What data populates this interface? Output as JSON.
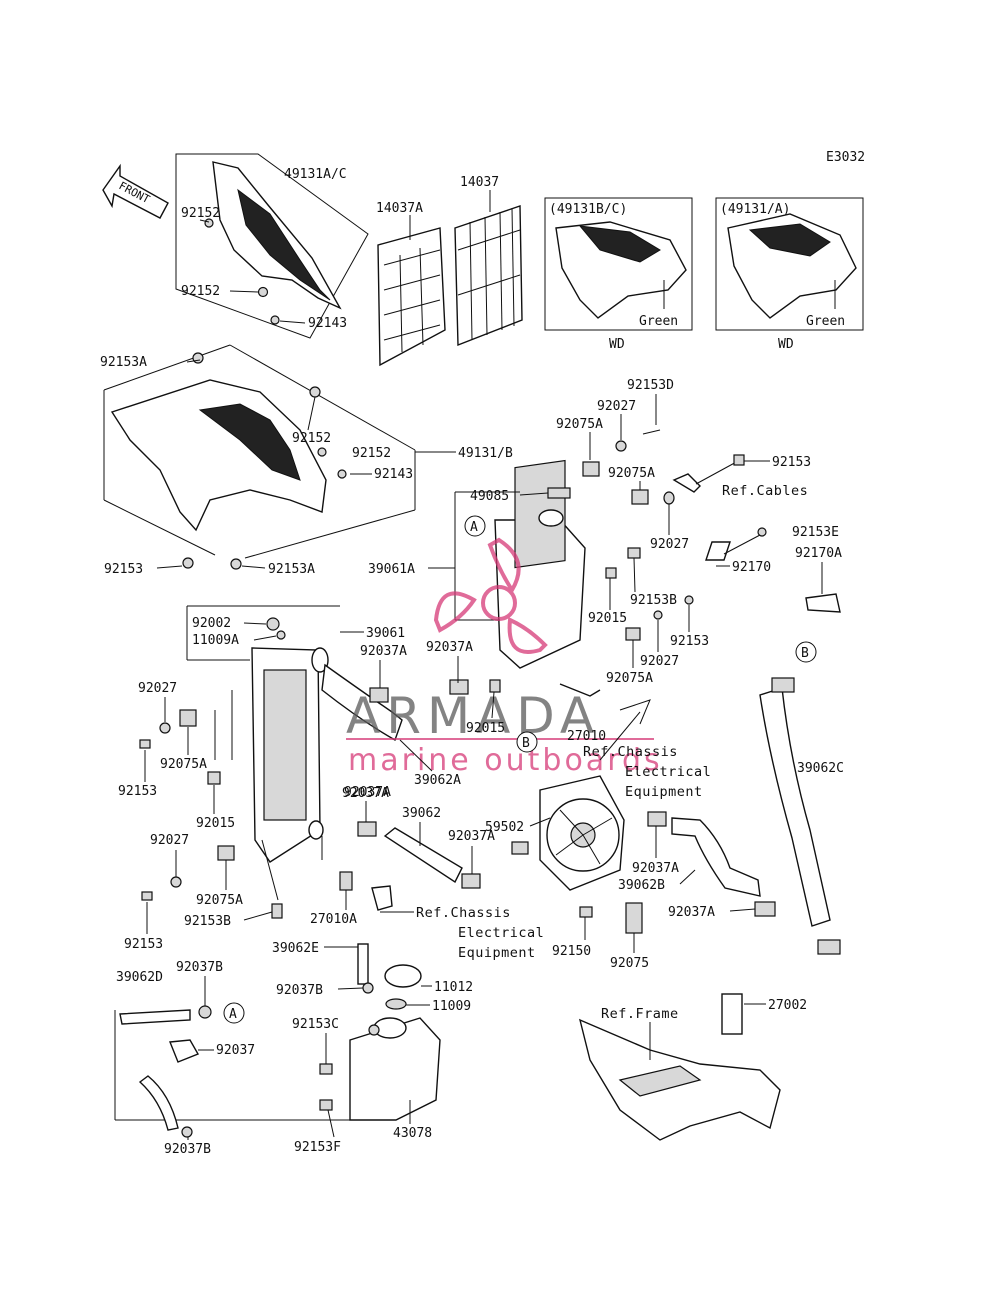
{
  "diagram_code": "E3032",
  "front_label": "FRONT",
  "watermark": {
    "brand": "ARMADA",
    "tagline": "marine outboards",
    "accent": "#d63a78"
  },
  "variant_boxes": [
    {
      "id": "b",
      "title": "(49131B/C)",
      "color": "Green",
      "market": "WD"
    },
    {
      "id": "a",
      "title": "(49131/A)",
      "color": "Green",
      "market": "WD"
    }
  ],
  "refs": {
    "cables": "Ref.Cables",
    "chassis1": [
      "Ref.Chassis",
      "Electrical",
      "Equipment"
    ],
    "chassis2": [
      "Ref.Chassis",
      "Electrical",
      "Equipment"
    ],
    "frame": "Ref.Frame"
  },
  "markers": {
    "a": "A",
    "b": "B"
  },
  "parts": [
    "49131A/C",
    "92152",
    "92152",
    "92143",
    "14037A",
    "14037",
    "92153A",
    "92152",
    "92152",
    "92143",
    "49131/B",
    "92153",
    "92153A",
    "92153D",
    "92027",
    "92075A",
    "92153",
    "92075A",
    "49085",
    "92027",
    "92153E",
    "92170A",
    "92170",
    "39061A",
    "92015",
    "92153B",
    "92153",
    "92027",
    "92075A",
    "92002",
    "11009A",
    "39061",
    "92037A",
    "92037A",
    "92027",
    "92075A",
    "92153",
    "92015",
    "92015",
    "27010",
    "39062A",
    "92037A",
    "59502",
    "39062",
    "92037A",
    "92027",
    "92075A",
    "92153B",
    "92153",
    "27010A",
    "92037A",
    "39062B",
    "92037A",
    "39062C",
    "92037A",
    "92150",
    "92075",
    "39062E",
    "11012",
    "92037B",
    "11009",
    "39062D",
    "92037B",
    "92037",
    "92153C",
    "43078",
    "92153F",
    "92037B",
    "27002"
  ]
}
